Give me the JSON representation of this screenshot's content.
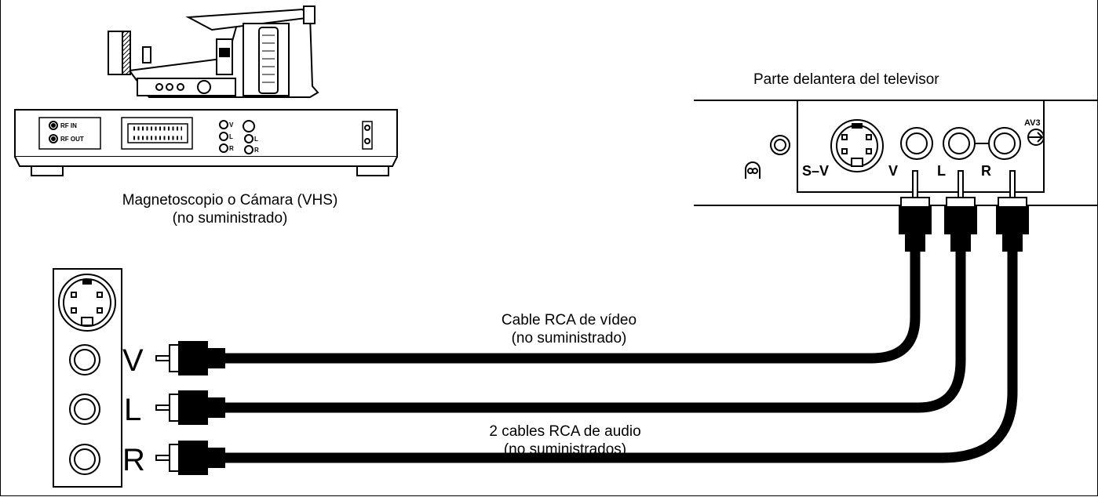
{
  "labels": {
    "tv_front": "Parte delantera del televisor",
    "vcr_line1": "Magnetoscopio o Cámara (VHS)",
    "vcr_line2": "(no suministrado)",
    "video_cable_line1": "Cable RCA de vídeo",
    "video_cable_line2": "(no suministrado)",
    "audio_cable_line1": "2 cables RCA de audio",
    "audio_cable_line2": "(no suministrados)"
  },
  "tv_panel": {
    "input_name": "AV3",
    "jacks": [
      "S–V",
      "V",
      "L",
      "R"
    ]
  },
  "vcr_panel": {
    "rf_in": "RF IN",
    "rf_out": "RF OUT",
    "jacks": [
      "V",
      "L",
      "R"
    ]
  },
  "source_jacks": [
    "V",
    "L",
    "R"
  ],
  "colors": {
    "ink": "#000000",
    "paper": "#ffffff"
  }
}
